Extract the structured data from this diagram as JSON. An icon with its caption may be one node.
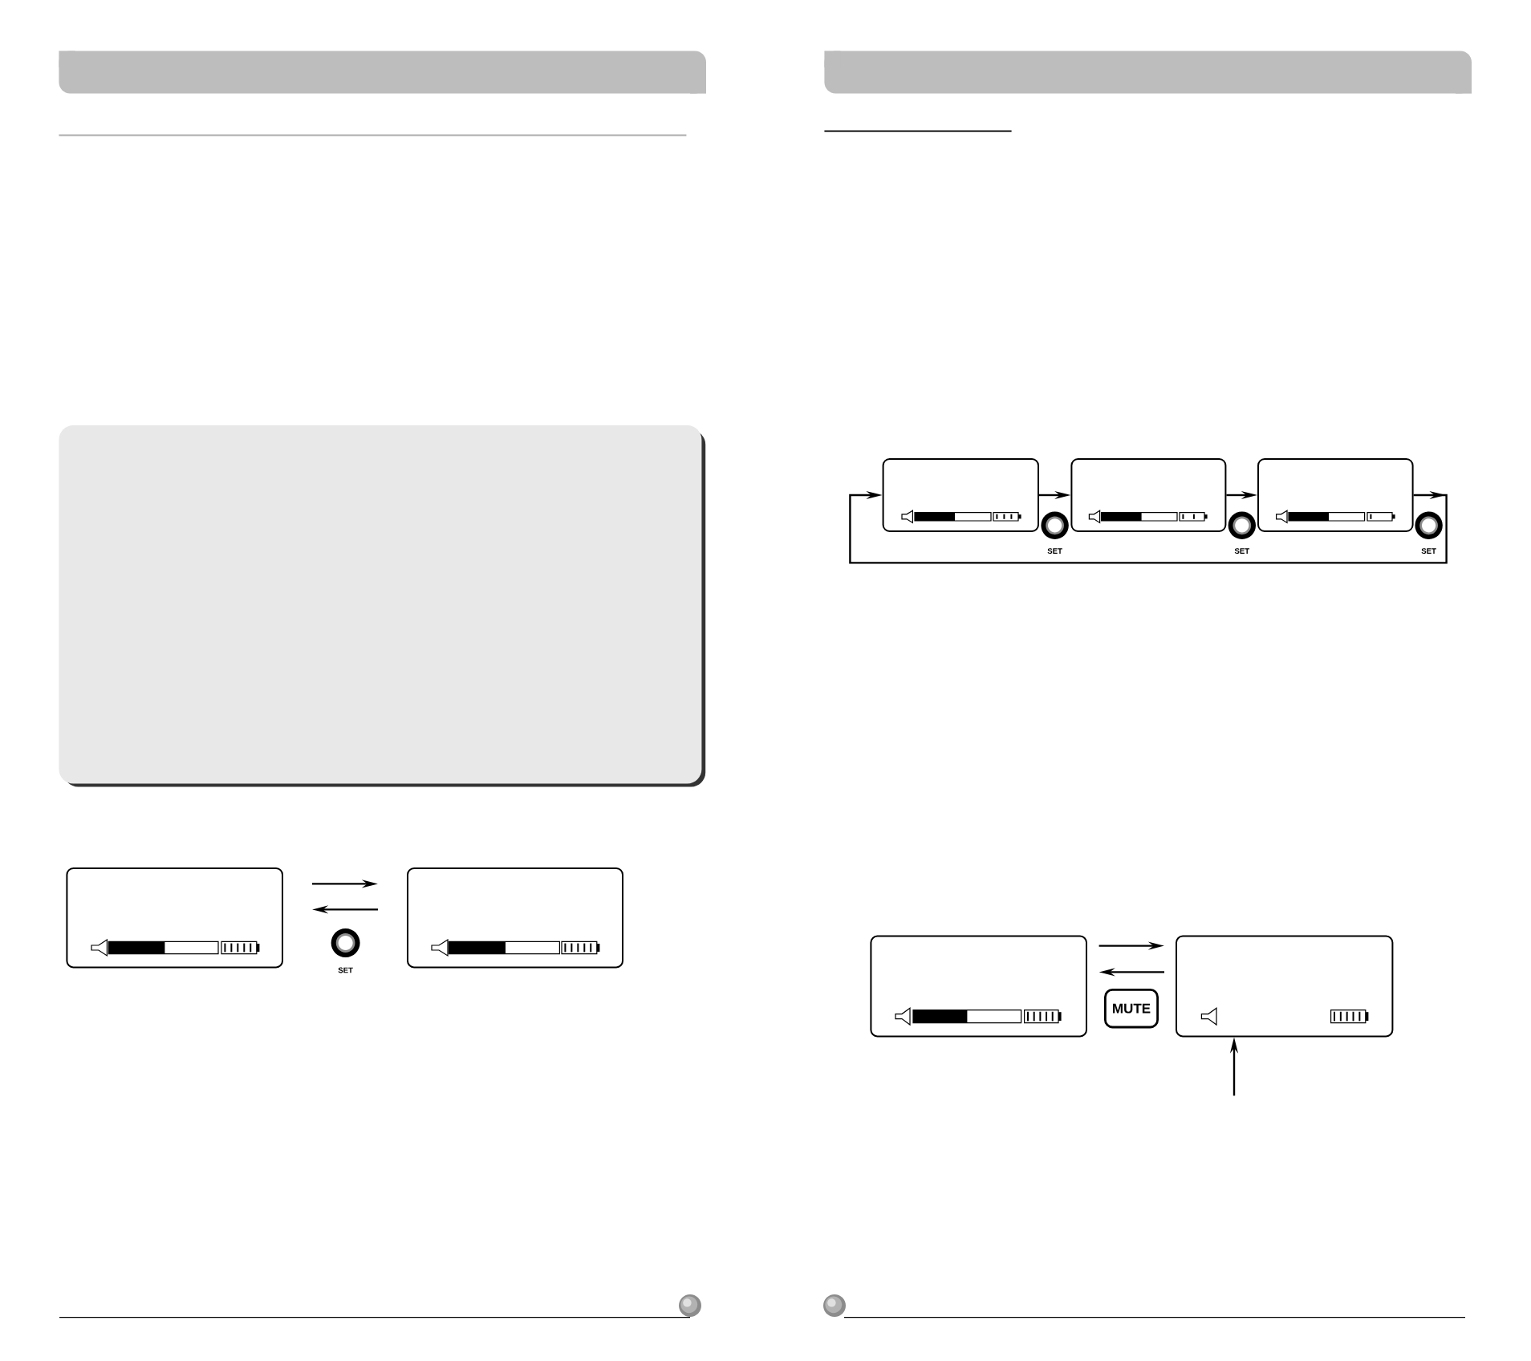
{
  "diagram": {
    "nodes": [
      {
        "text": [],
        "shape": "box"
      },
      {
        "text": [],
        "shape": "box"
      },
      {
        "text": [],
        "shape": "box"
      },
      {
        "text": [],
        "shape": "box"
      },
      {
        "text": [],
        "shape": "box"
      },
      {
        "text": [],
        "shape": "box"
      },
      {
        "text": [],
        "shape": "box"
      },
      {
        "text": [
          "MUTE"
        ]
      }
    ],
    "edges": [
      {
        "from": 0,
        "to": 1,
        "arrow": "to"
      },
      {
        "from": 1,
        "to": 0,
        "arrow": "to"
      },
      {
        "from": 2,
        "to": 3,
        "arrow": "to"
      },
      {
        "from": 3,
        "to": 4,
        "arrow": "to"
      },
      {
        "from": 4,
        "to": 2,
        "arrow": "to"
      },
      {
        "from": 5,
        "to": 6,
        "arrow": "to"
      },
      {
        "from": 6,
        "to": 5,
        "arrow": "to"
      },
      {
        "from": null,
        "to": 6,
        "arrow": "to"
      }
    ],
    "labels": [
      "SET",
      "SET",
      "SET",
      "SET"
    ]
  }
}
